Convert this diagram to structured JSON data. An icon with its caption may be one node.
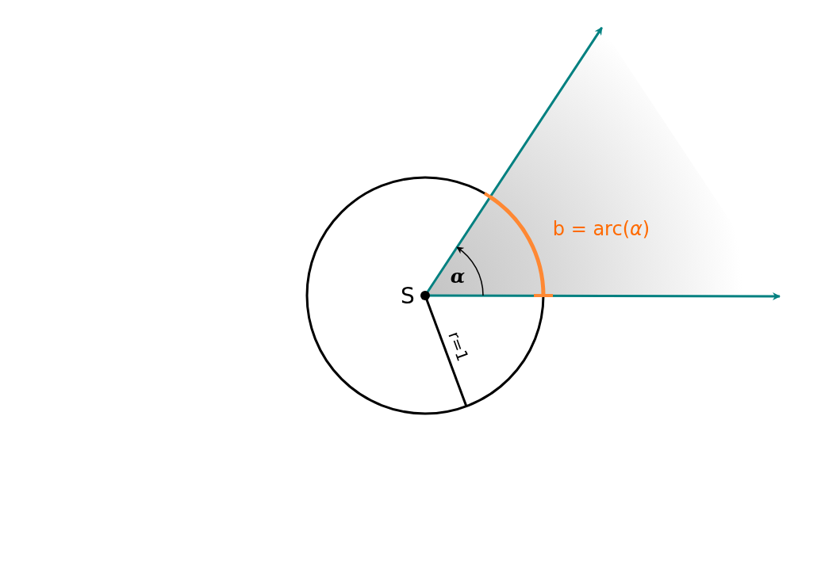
{
  "diagram": {
    "labels": [
      "S",
      "α",
      "r=1",
      "b = arc(*α*)"
    ]
  }
}
